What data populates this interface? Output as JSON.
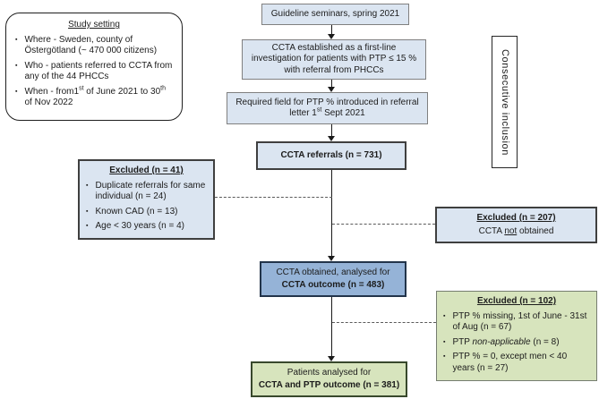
{
  "icons": {
    "bullet": "▪"
  },
  "colors": {
    "light_blue_fill": "#dbe5f1",
    "mid_blue_fill": "#95b3d7",
    "light_green_fill": "#d7e4bd",
    "arrow": "#1a1a1a"
  },
  "study_setting": {
    "title": "Study setting",
    "items": [
      "Where - Sweden, county of Östergötland (~ 470 000 citizens)",
      "Who - patients referred to CCTA from any of the 44 PHCCs",
      {
        "a": "When - from1",
        "sup1": "st",
        "b": " of June 2021 to 30",
        "sup2": "th",
        "c": " of Nov 2022"
      }
    ]
  },
  "flow": {
    "guideline": "Guideline seminars, spring 2021",
    "established": "CCTA established as a first-line investigation for patients with PTP ≤ 15 % with referral from PHCCs",
    "required": {
      "a": "Required field for PTP % introduced in referral letter 1",
      "sup": "st",
      "b": " Sept 2021"
    },
    "referrals": "CCTA referrals (n = 731)",
    "obtained": {
      "line1": "CCTA obtained, analysed for",
      "line2": "CCTA outcome (n = 483)"
    },
    "final": {
      "line1": "Patients analysed for",
      "line2": "CCTA and PTP outcome (n = 381)"
    }
  },
  "consecutive_label": "Consecutive inclusion",
  "excluded41": {
    "title": "Excluded (n = 41)",
    "items": [
      "Duplicate referrals for same individual (n = 24)",
      "Known CAD (n = 13)",
      "Age < 30 years (n = 4)"
    ]
  },
  "excluded207": {
    "title": "Excluded (n = 207)",
    "a": "CCTA ",
    "underlined": "not",
    "b": " obtained"
  },
  "excluded102": {
    "title": "Excluded (n = 102)",
    "items": [
      "PTP % missing, 1st of June - 31st of Aug (n = 67)",
      {
        "a": "PTP ",
        "italic": "non-applicable",
        "b": " (n = 8)"
      },
      "PTP % = 0, except men < 40 years (n = 27)"
    ]
  }
}
